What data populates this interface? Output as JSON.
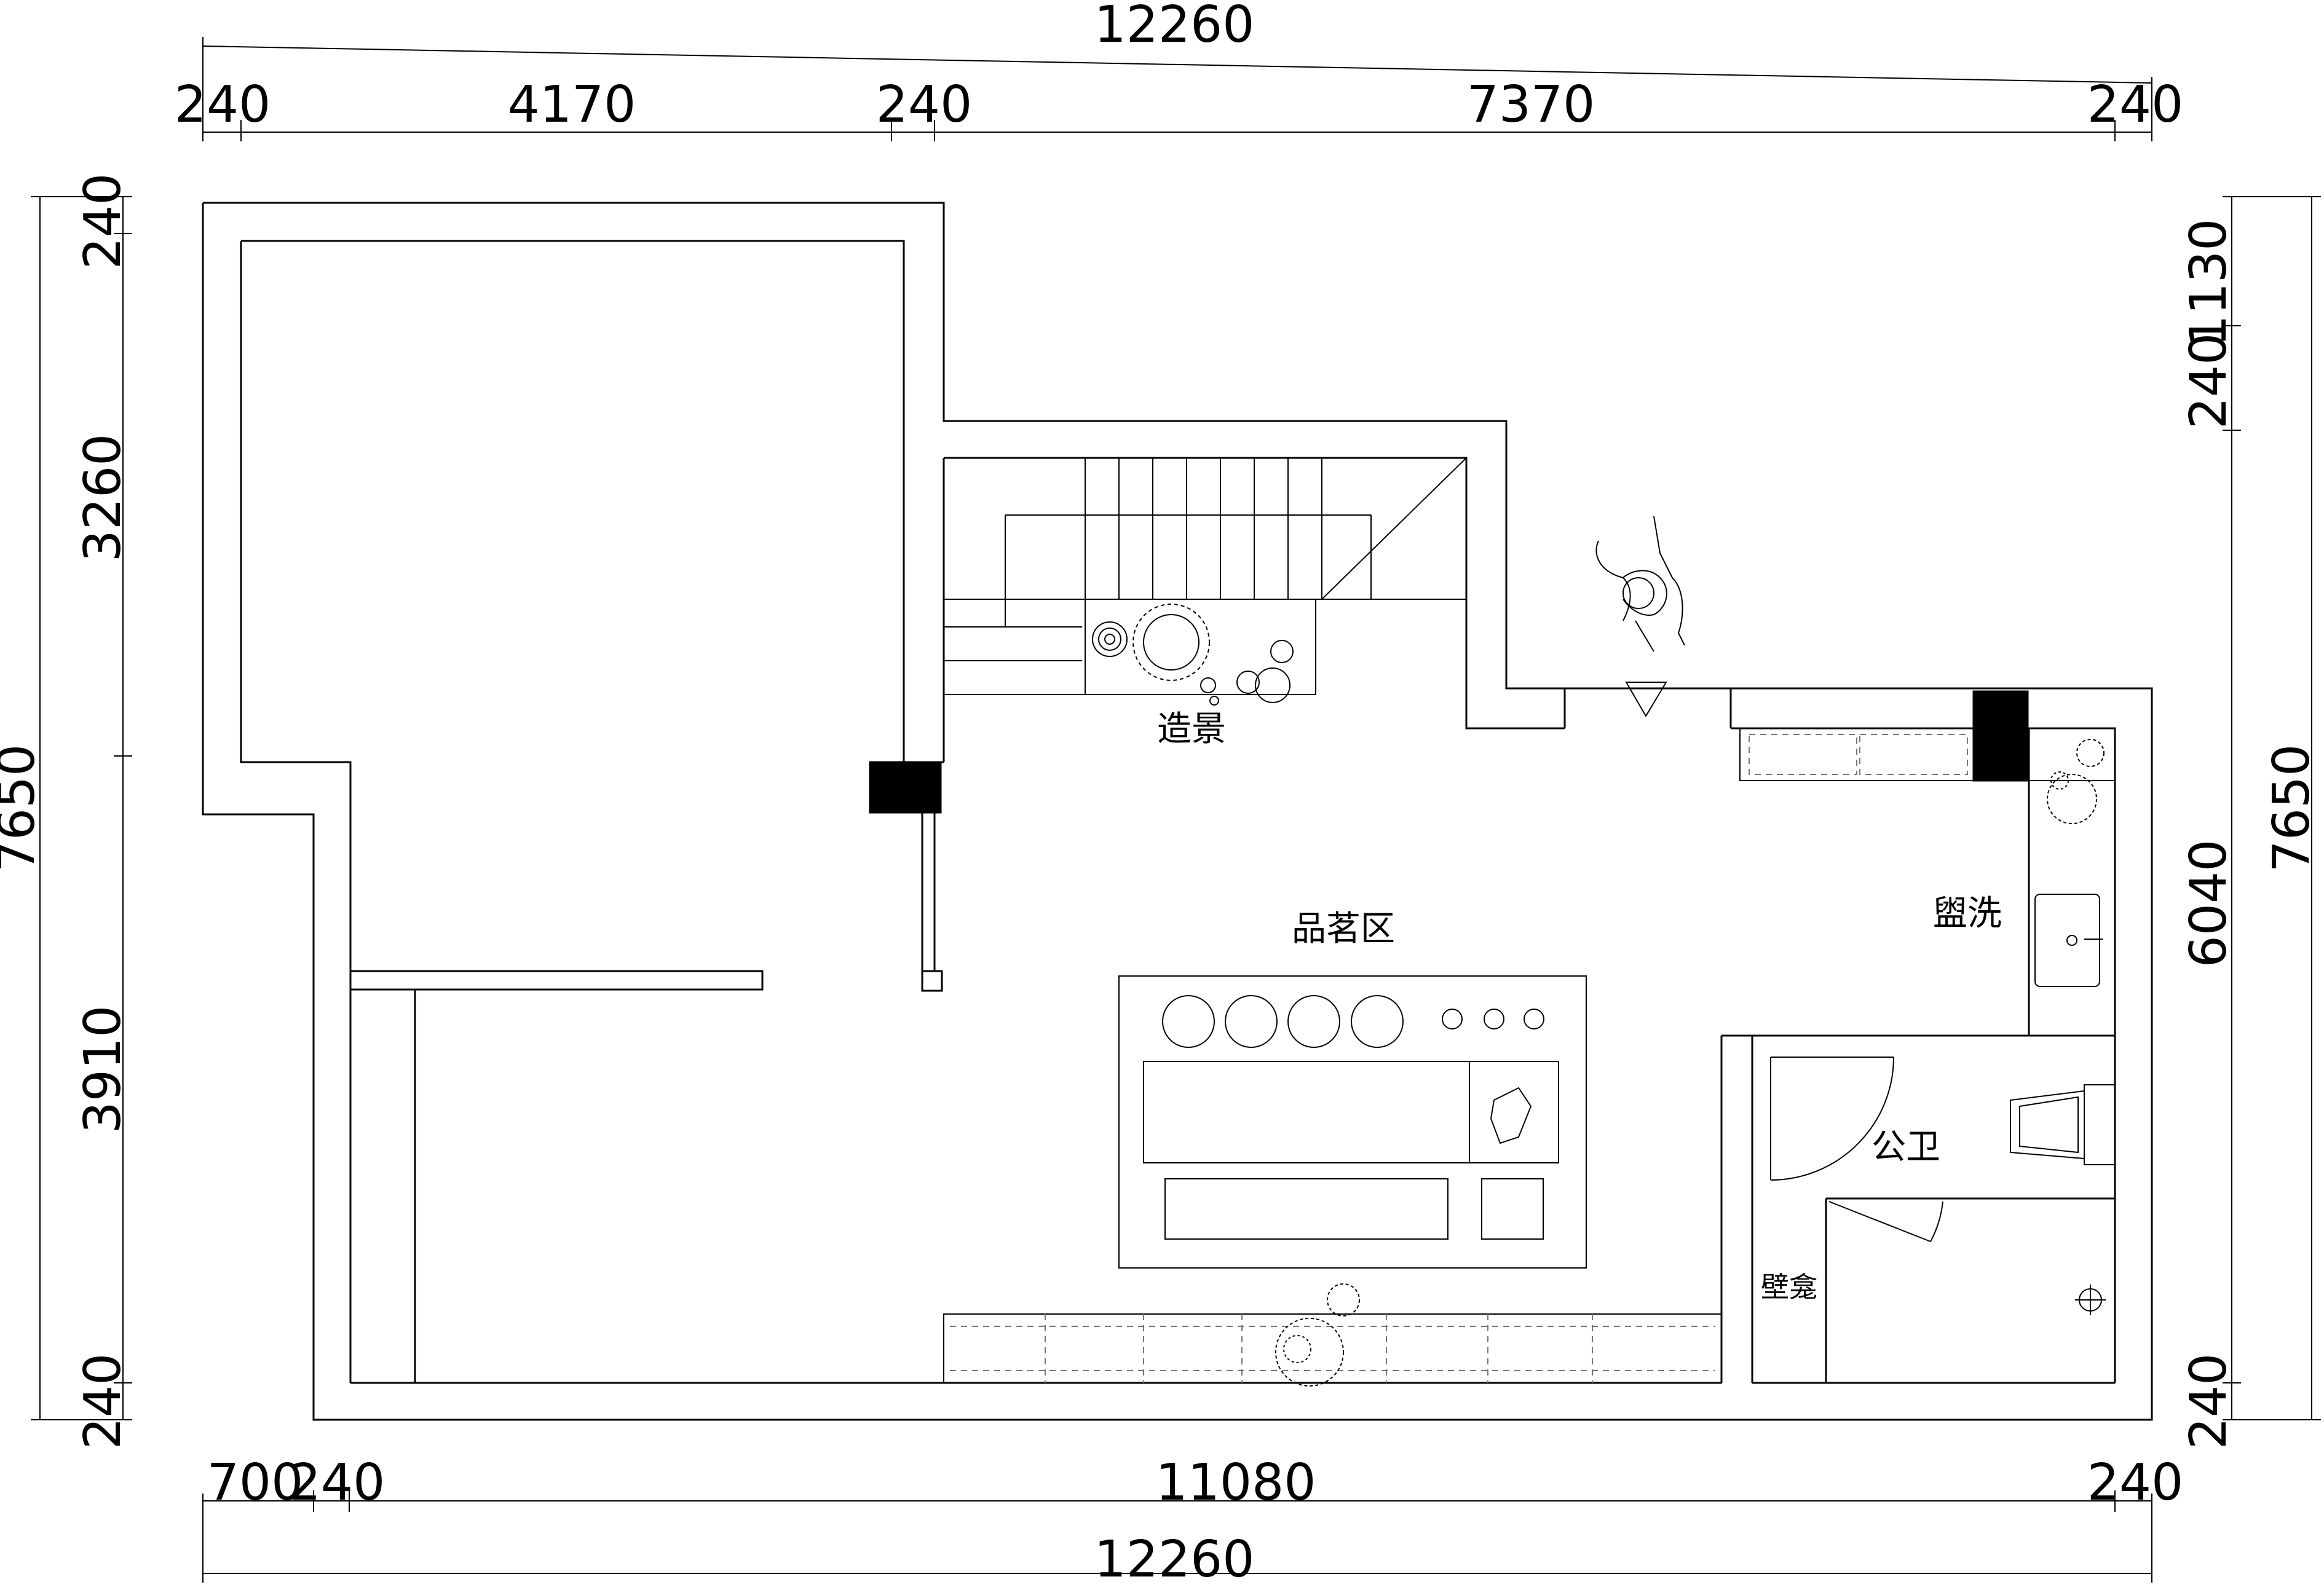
{
  "dimensions": {
    "top_total": "12260",
    "top_segments": [
      "240",
      "4170",
      "240",
      "7370",
      "240"
    ],
    "bottom_segments": [
      "700",
      "240",
      "11080",
      "240"
    ],
    "bottom_total": "12260",
    "left_total": "7650",
    "left_segments": [
      "240",
      "3260",
      "3910",
      "240"
    ],
    "right_total": "7650",
    "right_segments": [
      "240",
      "1130",
      "6040",
      "240"
    ]
  },
  "rooms": {
    "landscape": "造景",
    "tea_area": "品茗区",
    "washing": "盥洗",
    "public_toilet": "公卫",
    "niche": "壁龛"
  }
}
